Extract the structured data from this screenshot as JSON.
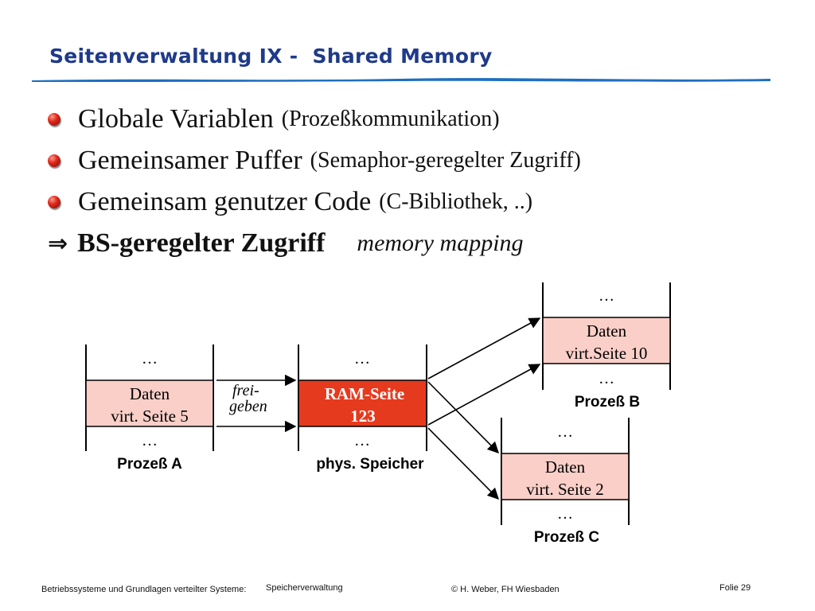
{
  "slide": {
    "title": "Seitenverwaltung IX -  Shared Memory",
    "bullets": [
      {
        "main": "Globale Variablen",
        "sub": "(Prozeßkommunikation)"
      },
      {
        "main": "Gemeinsamer Puffer",
        "sub": "(Semaphor-geregelter Zugriff)"
      },
      {
        "main": "Gemeinsam genutzer Code",
        "sub": "(C-Bibliothek, ..)"
      }
    ],
    "conclusion": {
      "arrow": "⇒",
      "main": "BS-geregelter Zugriff",
      "sub": "memory mapping"
    }
  },
  "diagram": {
    "ellipsis": "…",
    "process_a": {
      "label": "Prozeß A",
      "cell_line1": "Daten",
      "cell_line2": "virt. Seite 5"
    },
    "ram": {
      "label": "phys. Speicher",
      "cell_line1": "RAM-Seite",
      "cell_line2": "123"
    },
    "process_b": {
      "label": "Prozeß B",
      "cell_line1": "Daten",
      "cell_line2": "virt.Seite 10"
    },
    "process_c": {
      "label": "Prozeß C",
      "cell_line1": "Daten",
      "cell_line2": "virt. Seite 2"
    },
    "free_label_line1": "frei-",
    "free_label_line2": "geben"
  },
  "footer": {
    "course": "Betriebssysteme und Grundlagen verteilter Systeme:",
    "topic": "Speicherverwaltung",
    "author": "© H. Weber, FH Wiesbaden",
    "slide_number": "Folie 29"
  },
  "colors": {
    "title": "#1f3a8a",
    "rule": "#1e6fc0",
    "cell_fill": "#f9cfc8",
    "ram_fill": "#e63a1e",
    "bullet": "#e0281c"
  }
}
